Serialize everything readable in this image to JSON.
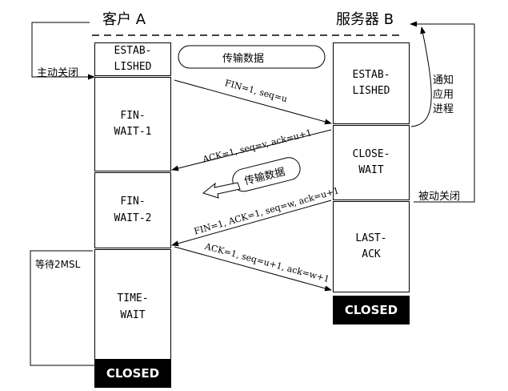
{
  "client": {
    "title": "客户 A",
    "active_close": "主动关闭",
    "wait_2msl": "等待2MSL",
    "states": [
      "ESTAB-\nLISHED",
      "FIN-\nWAIT-1",
      "FIN-\nWAIT-2",
      "TIME-\nWAIT"
    ],
    "closed": "CLOSED"
  },
  "server": {
    "title": "服务器 B",
    "notify_app": "通知\n应用\n进程",
    "passive_close": "被动关闭",
    "states": [
      "ESTAB-\nLISHED",
      "CLOSE-\nWAIT",
      "LAST-\nACK"
    ],
    "closed": "CLOSED"
  },
  "messages": [
    "FIN=1, seq=u",
    "ACK=1, seq=v, ack=u+1",
    "FIN=1, ACK=1, seq=w, ack=u+1",
    "ACK=1, seq=u+1, ack=w+1"
  ],
  "data_transfer": [
    "传输数据",
    "传输数据"
  ]
}
